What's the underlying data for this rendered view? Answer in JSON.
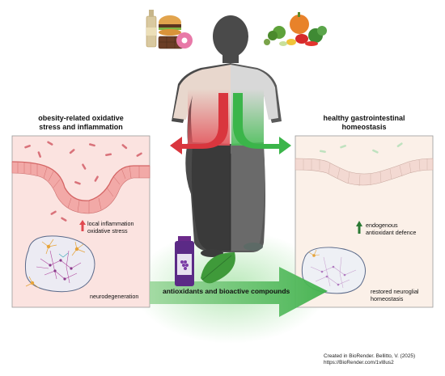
{
  "left_panel": {
    "title_line1": "obesity-related oxidative",
    "title_line2": "stress and inflammation",
    "label_inflammation": "local inflammation",
    "label_oxidative": "oxidative stress",
    "label_neuro": "neurodegeneration"
  },
  "right_panel": {
    "title_line1": "healthy gastrointestinal",
    "title_line2": "homeostasis",
    "label_endogenous": "endogenous",
    "label_antioxidant": "antioxidant defence",
    "label_restored": "restored neuroglial",
    "label_homeostasis": "homeostasis"
  },
  "center": {
    "banner": "antioxidants and bioactive compounds"
  },
  "credit": {
    "line1": "Created in BioRender. Bellitto, V. (2025)",
    "line2": "https://BioRender.com/1vl8us2"
  },
  "colors": {
    "unhealthy_red": "#d9363e",
    "healthy_green": "#3bb54a",
    "left_bg": "#fbe3e0",
    "right_bg": "#fbf0e8",
    "figure_gray": "#4a4a4a",
    "grape_purple": "#5b2a86",
    "leaf_green": "#3f9a3a"
  },
  "icons": [
    "junk-food-icon",
    "vegetables-icon",
    "juice-bottle-icon",
    "leaf-icon",
    "neuron-glia-icon",
    "gut-epithelium-icon"
  ]
}
